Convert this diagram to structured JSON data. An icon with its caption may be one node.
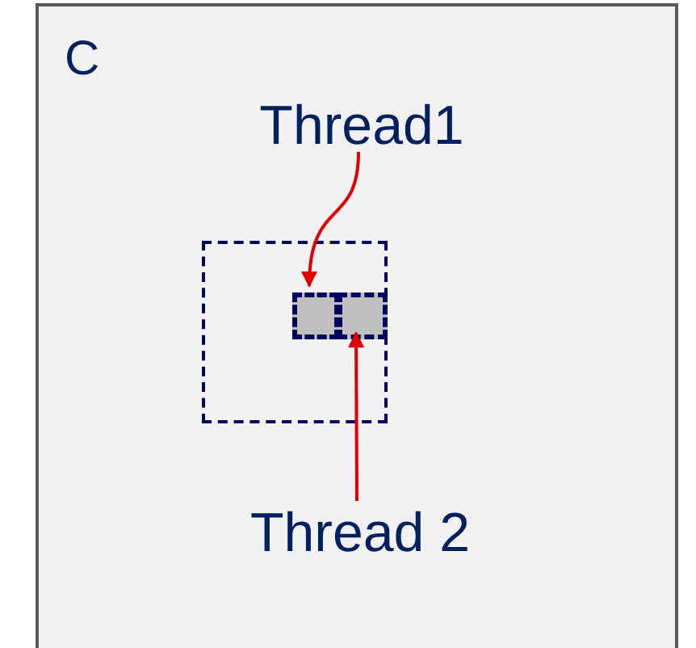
{
  "diagram": {
    "nodes": [
      {
        "text": [
          "C"
        ]
      },
      {
        "text": [],
        "shape": "box",
        "in": 0
      },
      {
        "text": [],
        "shape": "box",
        "in": 1
      },
      {
        "text": [],
        "shape": "box",
        "in": 1
      },
      {
        "text": [
          "Thread1"
        ],
        "in": 0
      },
      {
        "text": [
          "Thread 2"
        ],
        "in": 0
      }
    ],
    "edges": [
      {
        "from": 4,
        "to": 2,
        "arrow": "to"
      },
      {
        "from": 5,
        "to": 3,
        "arrow": "to"
      }
    ]
  }
}
